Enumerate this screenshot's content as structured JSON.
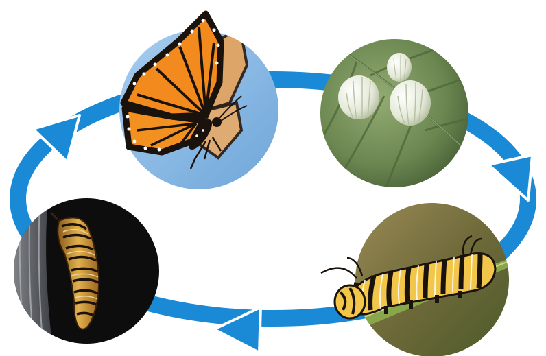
{
  "diagram": {
    "stages": [
      {
        "id": "adult-butterfly"
      },
      {
        "id": "eggs"
      },
      {
        "id": "caterpillar"
      },
      {
        "id": "chrysalis"
      }
    ],
    "cycle_direction": "clockwise"
  },
  "colors": {
    "arrow": "#1b8ad6",
    "arrow_edge": "#ffffff",
    "butterfly_orange": "#f28a1e",
    "wing_vein": "#1a120c",
    "sky": "#8fbde6",
    "leaf_green": "#6e8b55",
    "egg": "#dfe6d2",
    "caterpillar_yellow": "#f1c64a",
    "chrysalis_gold": "#d7a33f",
    "night": "#0d0d0d"
  }
}
